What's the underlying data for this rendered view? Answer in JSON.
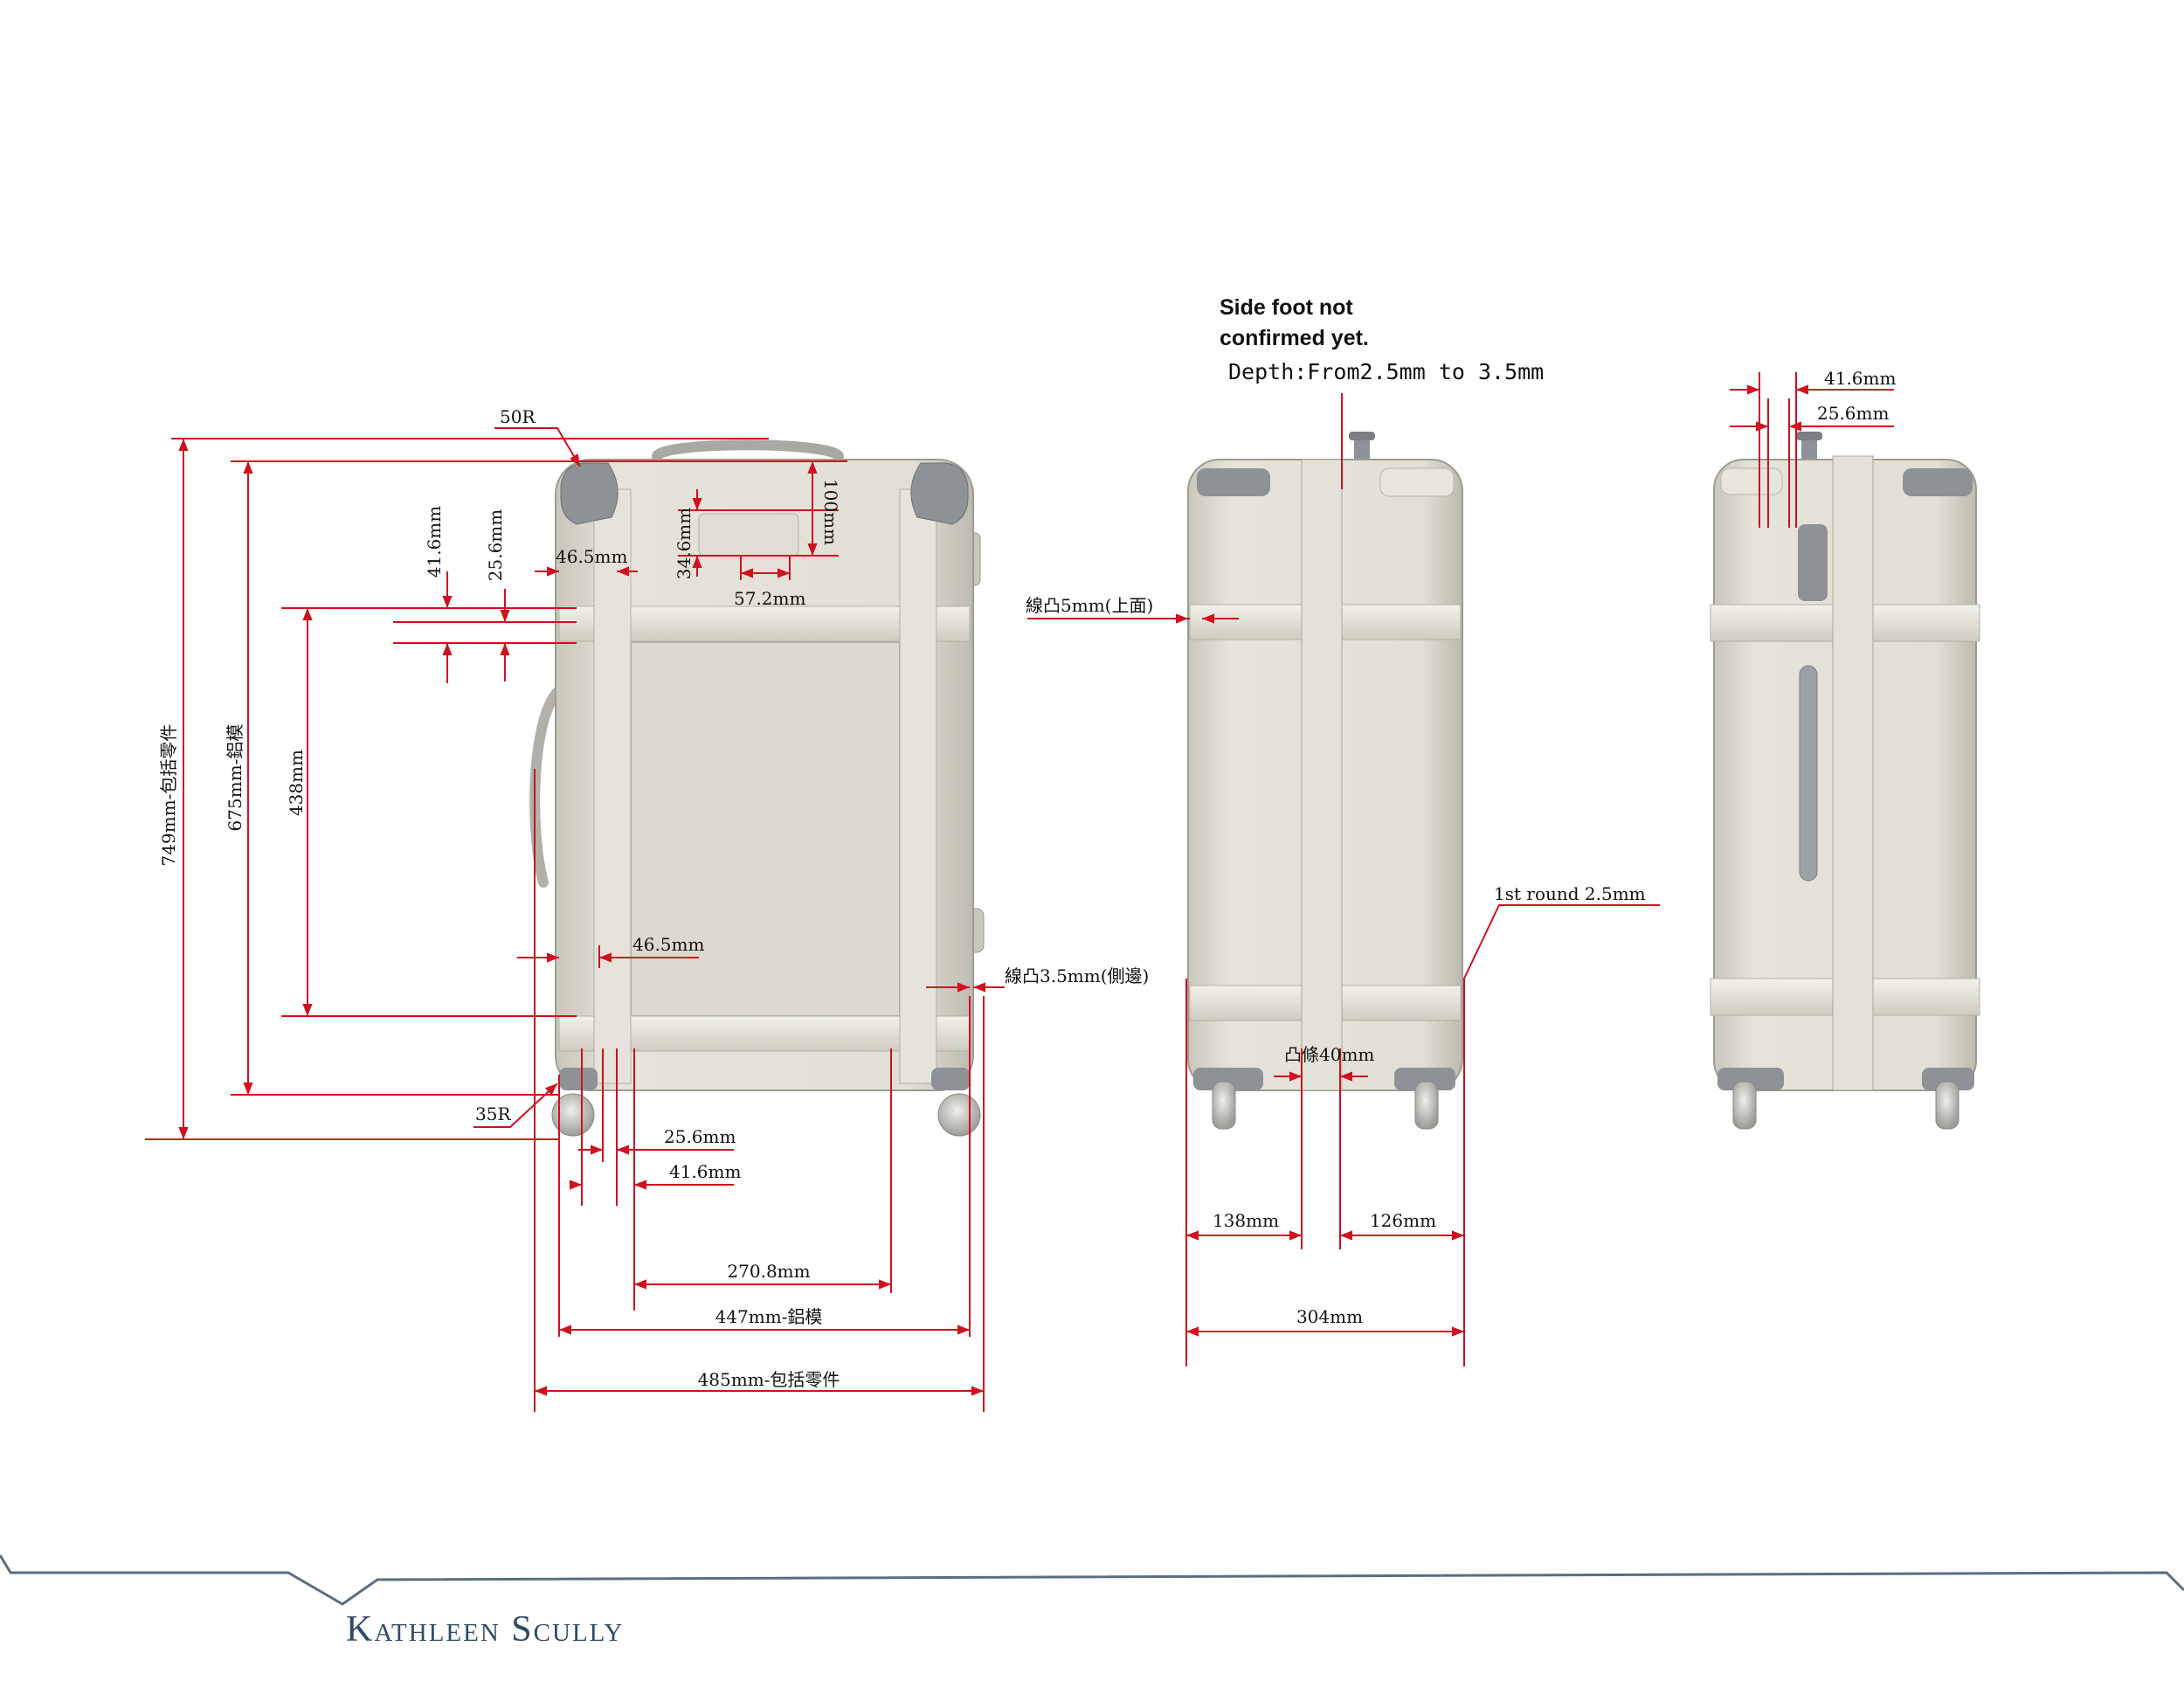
{
  "notes": {
    "side_foot_line1": "Side foot not",
    "side_foot_line2": "confirmed yet.",
    "depth": "Depth:From2.5mm to 3.5mm"
  },
  "front_view": {
    "corner_top": "50R",
    "corner_bottom": "35R",
    "height_total": "749mm-包括零件",
    "height_aluminium": "675mm-鋁模",
    "panel_height": "438mm",
    "rib_41": "41.6mm",
    "rib_25": "25.6mm",
    "inset_top": "46.5mm",
    "badge_height": "34.6mm",
    "badge_width": "57.2mm",
    "badge_offset": "100mm",
    "inset_side": "46.5mm",
    "side_rib_note": "線凸3.5mm(側邊)",
    "bottom_25": "25.6mm",
    "bottom_41": "41.6mm",
    "panel_width": "270.8mm",
    "width_aluminium": "447mm-鋁模",
    "width_total": "485mm-包括零件"
  },
  "side_view": {
    "top_rib_note": "線凸5mm(上面)",
    "round_note": "1st round 2.5mm",
    "center_rib": "凸條40mm",
    "left_width": "138mm",
    "right_width": "126mm",
    "depth_total": "304mm"
  },
  "back_view": {
    "rib_41": "41.6mm",
    "rib_25": "25.6mm"
  },
  "footer": {
    "brand": "Kathleen Scully"
  },
  "colors": {
    "dimension_red": "#d0101e",
    "shell": "#dedcd2",
    "corner_grey": "#8e9196",
    "footer_line": "#5a6e80"
  }
}
